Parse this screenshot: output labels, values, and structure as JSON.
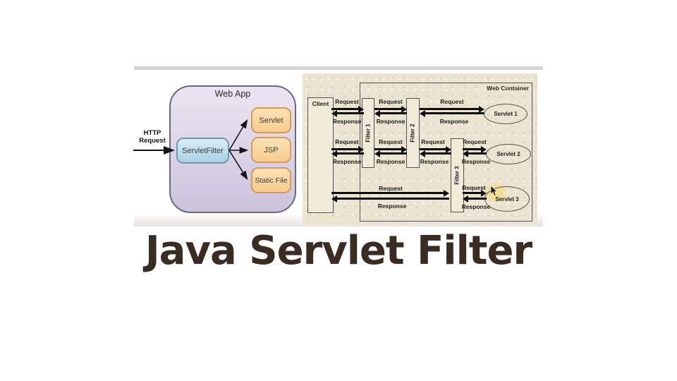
{
  "title": "Java Servlet Filter",
  "title_color": "#3a2b23",
  "left_diagram": {
    "container_label": "Web App",
    "http_label_line1": "HTTP",
    "http_label_line2": "Request",
    "filter_label": "ServletFilter",
    "targets": [
      "Servlet",
      "JSP",
      "Static File"
    ]
  },
  "right_diagram": {
    "container_label": "Web Container",
    "client_label": "Client",
    "filters": [
      "Filter 1",
      "Filter 2",
      "Filter 3"
    ],
    "servlets": [
      "Servlet 1",
      "Servlet 2",
      "Servlet 3"
    ],
    "request_label": "Request",
    "response_label": "Response"
  },
  "colors": {
    "beige_background": "#ebe4d0",
    "webapp_fill": "#dcd5e7",
    "servletfilter_fill": "#b9dcea",
    "target_fill": "#fbd9a6",
    "highlight": "#f2dd92",
    "arrow": "#0d0d0d"
  }
}
